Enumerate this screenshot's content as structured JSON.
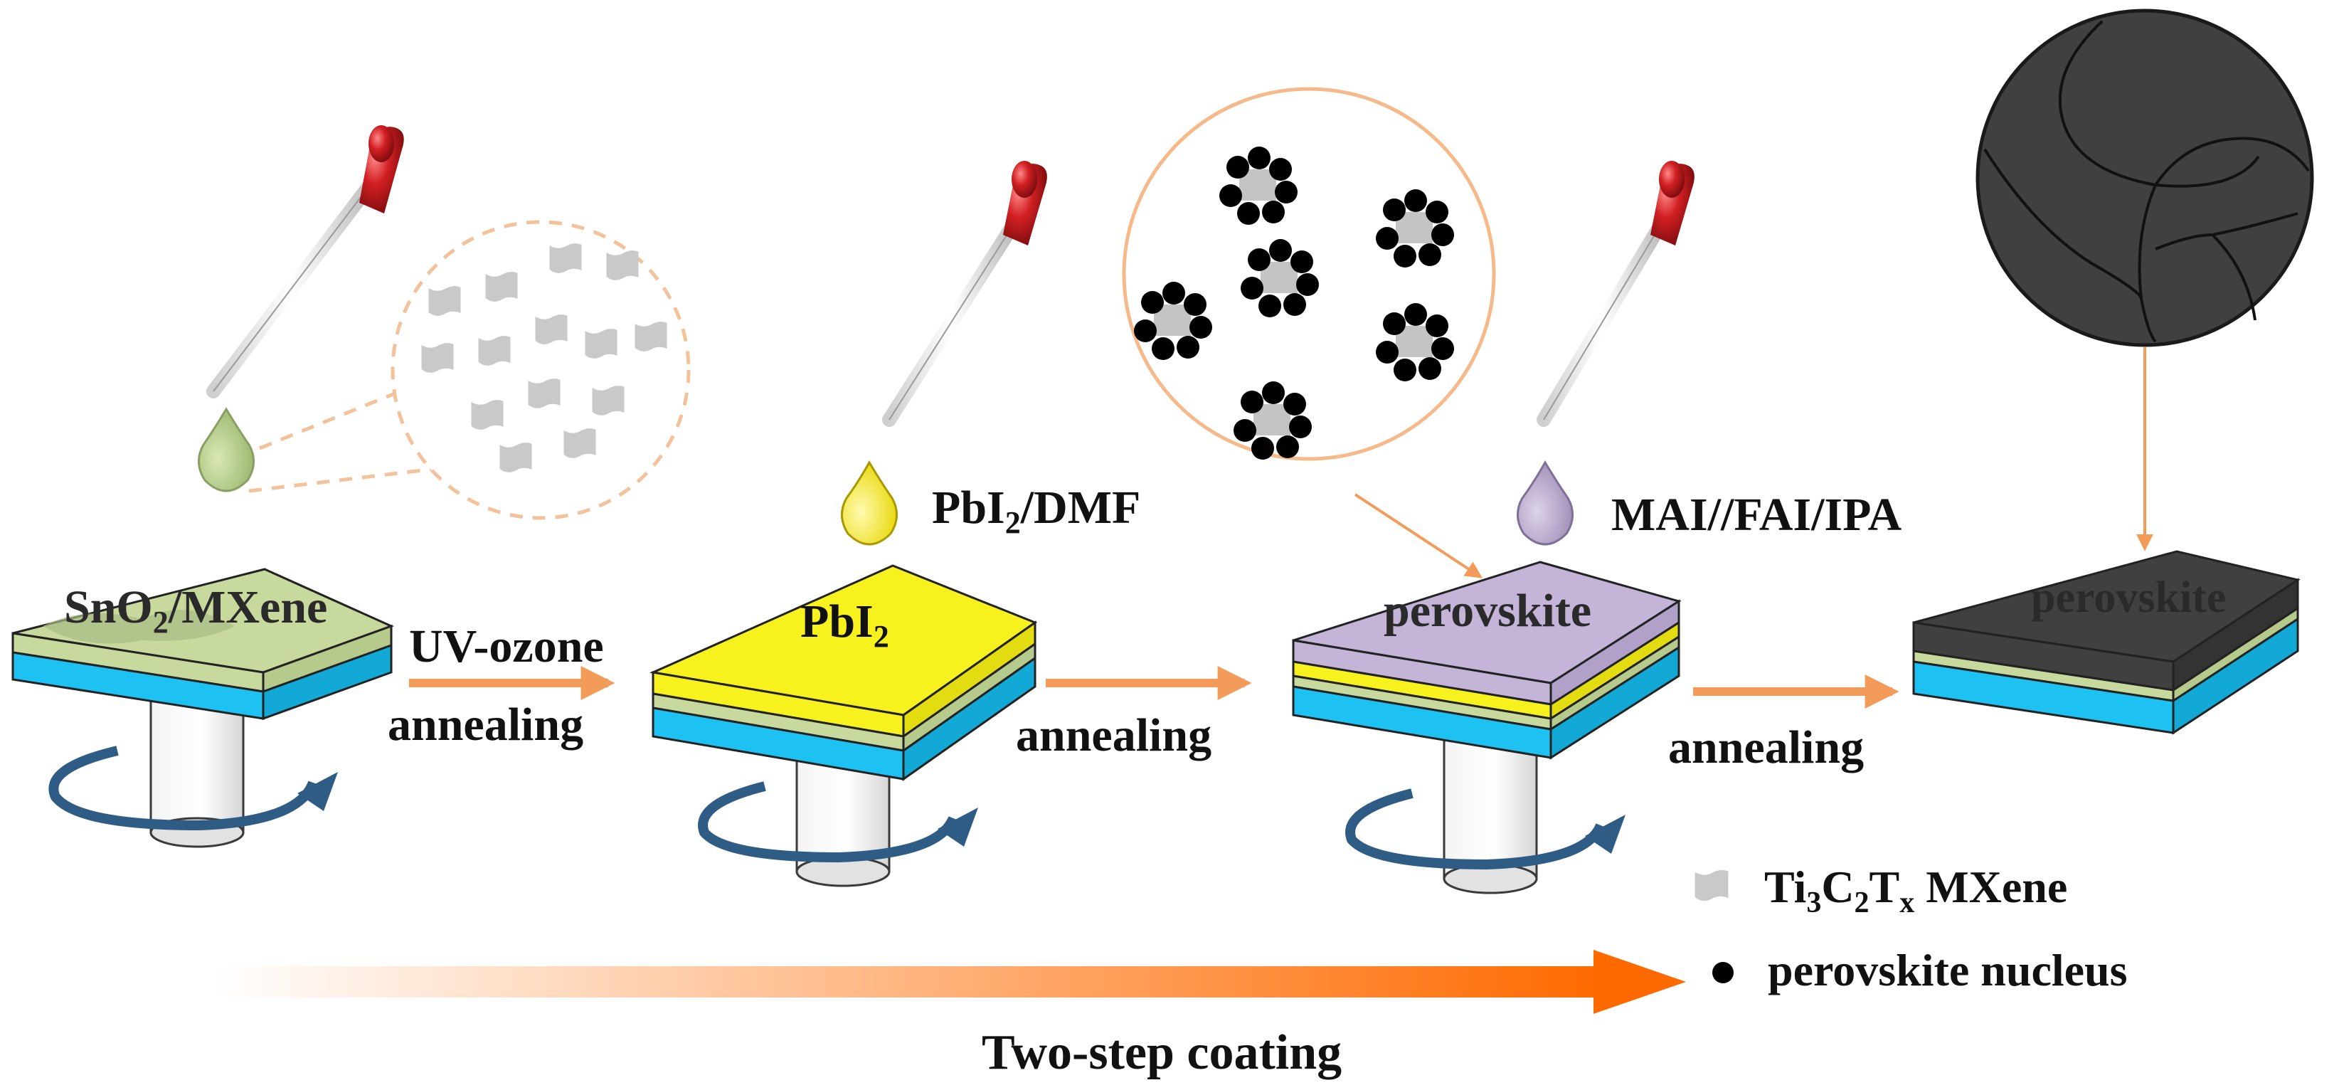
{
  "steps": [
    {
      "layer_label": {
        "main": "SnO",
        "sub": "2",
        "tail": "/MXene"
      },
      "drop_color": "#a5c27d",
      "arrow_label_1": "UV-ozone",
      "arrow_label_2": "annealing"
    },
    {
      "solution_label": {
        "main": "PbI",
        "sub": "2",
        "tail": "/DMF"
      },
      "layer_label": {
        "main": "PbI",
        "sub": "2"
      },
      "drop_color": "#f5e600",
      "arrow_label": "annealing"
    },
    {
      "solution_label": "MAI//FAI/IPA",
      "layer_label": "perovskite",
      "drop_color": "#ae9fc2",
      "arrow_label": "annealing"
    },
    {
      "layer_label": "perovskite"
    }
  ],
  "legend": {
    "mxene": {
      "pre": "Ti",
      "s1": "3",
      "mid": "C",
      "s2": "2",
      "mid2": "T",
      "s3": "x",
      "tail": " MXene"
    },
    "nucleus": "perovskite nucleus"
  },
  "bottom_label": "Two-step coating",
  "colors": {
    "substrate_blue": "#1ec2f2",
    "sno2_green": "#c7d99d",
    "pbi2_yellow": "#f7f21e",
    "perovskite_purple": "#c3b4d8",
    "perovskite_dark": "#404040",
    "arrow_orange": "#f5a05c",
    "gradient_end": "#ff6a00",
    "pipette_red": "#c0191c",
    "spin_arrow": "#2f5c85",
    "mxene_gray": "#c4c4c4"
  }
}
